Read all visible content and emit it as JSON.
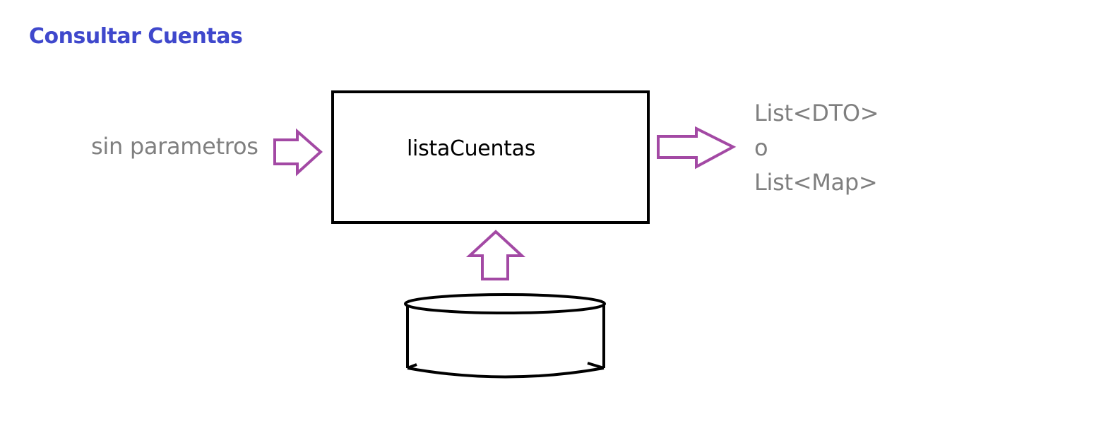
{
  "diagram": {
    "title": "Consultar Cuentas",
    "input_label": "sin parametros",
    "process_label": "listaCuentas",
    "output_lines": [
      "List<DTO>",
      "o",
      "List<Map>"
    ],
    "colors": {
      "title": "#3f48cc",
      "arrow": "#a349a4",
      "muted_text": "#7f7f7f",
      "box_stroke": "#000000"
    },
    "icons": {
      "input_arrow": "right-arrow-outline",
      "output_arrow": "right-arrow-outline",
      "datasource_arrow": "up-arrow-outline",
      "datasource": "database-cylinder"
    }
  }
}
